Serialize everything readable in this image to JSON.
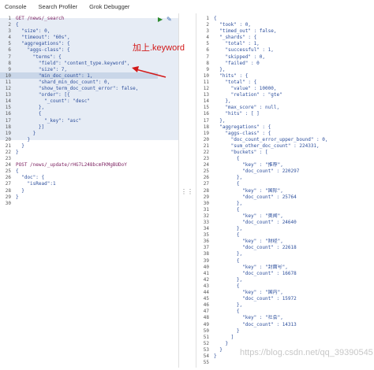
{
  "tabs": [
    "Console",
    "Search Profiler",
    "Grok Debugger"
  ],
  "annotation": "加上.keyword",
  "watermark": "https://blog.csdn.net/qq_39390545",
  "colors": {
    "code": "#2d4f9c",
    "method": "#7b1f5f",
    "annotation": "#d21a1a",
    "gutter_highlight": "#e6ecf5"
  },
  "icons": {
    "run": "play-icon",
    "settings": "wrench-icon",
    "splitter": "grip-icon"
  },
  "left_pane": {
    "line_numbers": [
      "1",
      "2",
      "3",
      "4",
      "5",
      "6",
      "7",
      "8",
      "9",
      "10",
      "11",
      "12",
      "13",
      "14",
      "15",
      "16",
      "17",
      "18",
      "19",
      "20",
      "21",
      "22",
      "23",
      "24",
      "25",
      "26",
      "27",
      "28",
      "29",
      "30"
    ],
    "lines": [
      "GET /news/_search",
      "{",
      "  \"size\": 0,",
      "  \"timeout\": \"60s\",",
      "  \"aggregations\": {",
      "    \"aggs-class\": {",
      "      \"terms\": {",
      "        \"field\": \"content_type.keyword\",",
      "        \"size\": 7,",
      "        \"min_doc_count\": 1,",
      "        \"shard_min_doc_count\": 0,",
      "        \"show_term_doc_count_error\": false,",
      "        \"order\": [{",
      "          \"_count\": \"desc\"",
      "        },",
      "        {",
      "          \"_key\": \"asc\"",
      "        }]",
      "      }",
      "    }",
      "  }",
      "}",
      "",
      "POST /news/_update/rHG7L248bcmFKMgBUDoY",
      "{",
      "  \"doc\": {",
      "    \"isRead\":1",
      "  }",
      "}",
      ""
    ]
  },
  "right_pane": {
    "line_numbers": [
      "1",
      "2",
      "3",
      "4",
      "5",
      "6",
      "7",
      "8",
      "9",
      "10",
      "11",
      "12",
      "13",
      "14",
      "15",
      "16",
      "17",
      "18",
      "19",
      "20",
      "21",
      "22",
      "23",
      "24",
      "25",
      "26",
      "27",
      "28",
      "29",
      "30",
      "31",
      "32",
      "33",
      "34",
      "35",
      "36",
      "37",
      "38",
      "39",
      "40",
      "41",
      "42",
      "43",
      "44",
      "45",
      "46",
      "47",
      "48",
      "49",
      "50",
      "51",
      "52",
      "53",
      "54",
      "55"
    ],
    "lines": [
      "{",
      "  \"took\" : 0,",
      "  \"timed_out\" : false,",
      "  \"_shards\" : {",
      "    \"total\" : 1,",
      "    \"successful\" : 1,",
      "    \"skipped\" : 0,",
      "    \"failed\" : 0",
      "  },",
      "  \"hits\" : {",
      "    \"total\" : {",
      "      \"value\" : 10000,",
      "      \"relation\" : \"gte\"",
      "    },",
      "    \"max_score\" : null,",
      "    \"hits\" : [ ]",
      "  },",
      "  \"aggregations\" : {",
      "    \"aggs-class\" : {",
      "      \"doc_count_error_upper_bound\" : 0,",
      "      \"sum_other_doc_count\" : 224331,",
      "      \"buckets\" : [",
      "        {",
      "          \"key\" : \"推荐\",",
      "          \"doc_count\" : 220297",
      "        },",
      "        {",
      "          \"key\" : \"国际\",",
      "          \"doc_count\" : 25764",
      "        },",
      "        {",
      "          \"key\" : \"奥闻\",",
      "          \"doc_count\" : 24640",
      "        },",
      "        {",
      "          \"key\" : \"财经\",",
      "          \"doc_count\" : 22618",
      "        },",
      "        {",
      "          \"key\" : \"封面号\",",
      "          \"doc_count\" : 16678",
      "        },",
      "        {",
      "          \"key\" : \"国内\",",
      "          \"doc_count\" : 15972",
      "        },",
      "        {",
      "          \"key\" : \"社会\",",
      "          \"doc_count\" : 14313",
      "        }",
      "      ]",
      "    }",
      "  }",
      "}",
      ""
    ]
  }
}
